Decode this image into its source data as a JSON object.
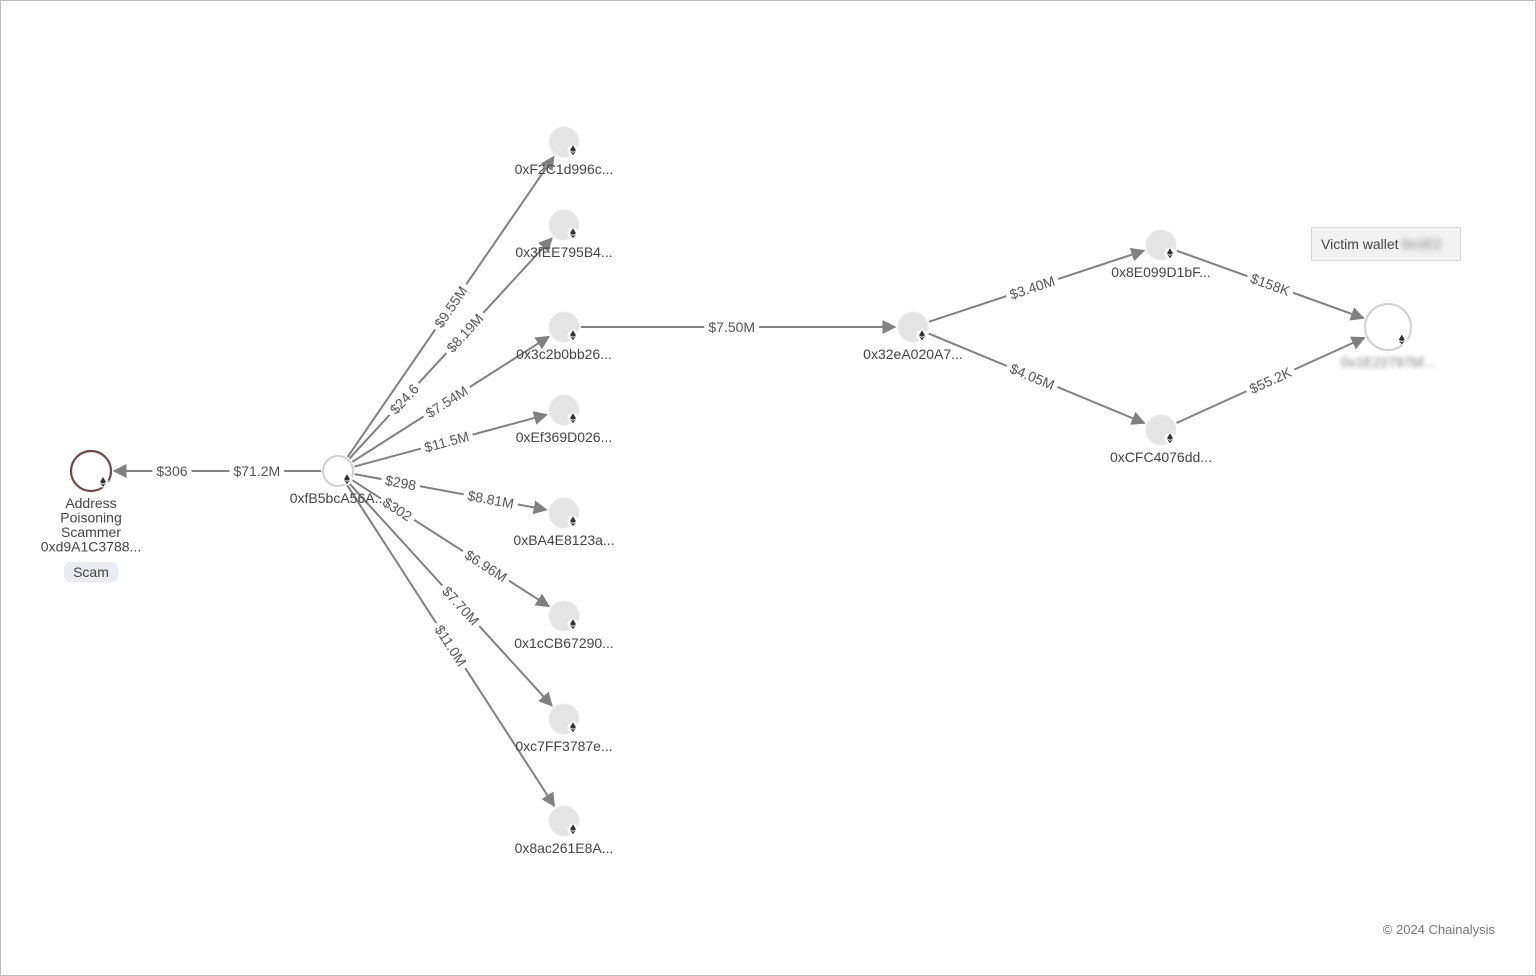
{
  "victim_callout": {
    "label": "Victim wallet",
    "redacted_address": "0x1E2"
  },
  "copyright": "© 2024 Chainalysis",
  "colors": {
    "edge": "#808080",
    "node_fill": "#e4e4e4",
    "scammer_ring": "#6b4a4a",
    "badge_bg": "#e9ecf0"
  },
  "nodes": [
    {
      "id": "scammer",
      "lines": [
        "Address",
        "Poisoning",
        "Scammer",
        "0xd9A1C3788..."
      ],
      "badge": "Scam",
      "icon": "ethereum-icon"
    },
    {
      "id": "hub",
      "lines": [
        "0xfB5bcA56A..."
      ],
      "icon": "ethereum-icon"
    },
    {
      "id": "n1",
      "lines": [
        "0xF2C1d996c..."
      ],
      "icon": "ethereum-icon"
    },
    {
      "id": "n2",
      "lines": [
        "0x3fEE795B4..."
      ],
      "icon": "ethereum-icon"
    },
    {
      "id": "n3",
      "lines": [
        "0x3c2b0bb26..."
      ],
      "icon": "ethereum-icon"
    },
    {
      "id": "n4",
      "lines": [
        "0xEf369D026..."
      ],
      "icon": "ethereum-icon"
    },
    {
      "id": "n5",
      "lines": [
        "0xBA4E8123a..."
      ],
      "icon": "ethereum-icon"
    },
    {
      "id": "n6",
      "lines": [
        "0x1cCB67290..."
      ],
      "icon": "ethereum-icon"
    },
    {
      "id": "n7",
      "lines": [
        "0xc7FF3787e..."
      ],
      "icon": "ethereum-icon"
    },
    {
      "id": "n8",
      "lines": [
        "0x8ac261E8A..."
      ],
      "icon": "ethereum-icon"
    },
    {
      "id": "mid",
      "lines": [
        "0x32eA020A7..."
      ],
      "icon": "ethereum-icon"
    },
    {
      "id": "top",
      "lines": [
        "0x8E099D1bF..."
      ],
      "icon": "ethereum-icon"
    },
    {
      "id": "bot",
      "lines": [
        "0xCFC4076dd..."
      ],
      "icon": "ethereum-icon"
    },
    {
      "id": "victim",
      "lines": [
        "0x1E22797bf..."
      ],
      "redacted": true,
      "icon": "ethereum-icon"
    }
  ],
  "edges": [
    {
      "from": "hub",
      "to": "scammer",
      "labels": [
        "$306",
        "$71.2M"
      ]
    },
    {
      "from": "hub",
      "to": "n1",
      "labels": [
        "$9.55M"
      ]
    },
    {
      "from": "hub",
      "to": "n2",
      "labels": [
        "$8.19M",
        "$24.6"
      ]
    },
    {
      "from": "hub",
      "to": "n3",
      "labels": [
        "$7.54M"
      ]
    },
    {
      "from": "hub",
      "to": "n4",
      "labels": [
        "$11.5M"
      ]
    },
    {
      "from": "hub",
      "to": "n5",
      "labels": [
        "$8.81M",
        "$298"
      ]
    },
    {
      "from": "hub",
      "to": "n6",
      "labels": [
        "$6.96M",
        "$302"
      ]
    },
    {
      "from": "hub",
      "to": "n7",
      "labels": [
        "$7.70M"
      ]
    },
    {
      "from": "hub",
      "to": "n8",
      "labels": [
        "$11.0M"
      ]
    },
    {
      "from": "n3",
      "to": "mid",
      "labels": [
        "$7.50M"
      ]
    },
    {
      "from": "mid",
      "to": "top",
      "labels": [
        "$3.40M"
      ]
    },
    {
      "from": "mid",
      "to": "bot",
      "labels": [
        "$4.05M"
      ]
    },
    {
      "from": "top",
      "to": "victim",
      "labels": [
        "$158K"
      ]
    },
    {
      "from": "bot",
      "to": "victim",
      "labels": [
        "$55.2K"
      ]
    }
  ]
}
